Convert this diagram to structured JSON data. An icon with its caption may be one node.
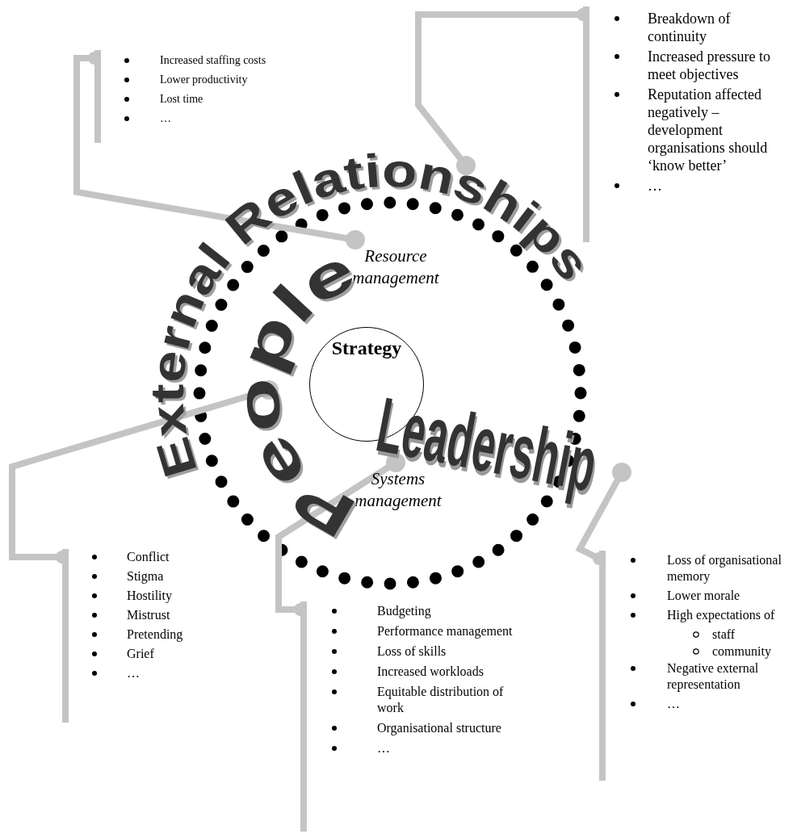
{
  "diagram": {
    "nodes": [
      {
        "text": [
          "Strategy"
        ]
      },
      {
        "text": [
          "Resource management"
        ]
      },
      {
        "text": [
          "Systems management"
        ]
      },
      {
        "text": [
          "External Relationships"
        ]
      },
      {
        "text": [
          "People"
        ]
      },
      {
        "text": [
          "Leadership"
        ]
      },
      {
        "text": [
          "Increased staffing costs",
          "Lower productivity",
          "Lost time",
          "…"
        ]
      },
      {
        "text": [
          "Breakdown of continuity",
          "Increased pressure to meet objectives",
          "Reputation affected negatively – development organisations should ‘know better’",
          "…"
        ]
      },
      {
        "text": [
          "Conflict",
          "Stigma",
          "Hostility",
          "Mistrust",
          "Pretending",
          "Grief",
          "…"
        ]
      },
      {
        "text": [
          "Budgeting",
          "Performance management",
          "Loss of skills",
          "Increased workloads",
          "Equitable distribution of work",
          "Organisational structure",
          "…"
        ]
      },
      {
        "text": [
          "Loss of organisational memory",
          "Lower morale",
          "High expectations of",
          "staff",
          "community",
          "Negative external representation",
          "…"
        ]
      }
    ],
    "edges": [
      {
        "from": 1,
        "to": 6,
        "arrow": "other"
      },
      {
        "from": 3,
        "to": 7,
        "arrow": "other"
      },
      {
        "from": 4,
        "to": 8,
        "arrow": "other"
      },
      {
        "from": 2,
        "to": 9,
        "arrow": "other"
      },
      {
        "from": 5,
        "to": 10,
        "arrow": "other"
      }
    ]
  }
}
